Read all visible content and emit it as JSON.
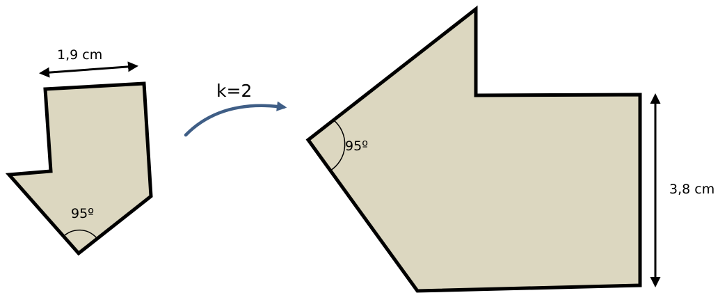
{
  "original": {
    "side_label": "1,9 cm",
    "angle_label": "95º"
  },
  "transform": {
    "label": "k=2",
    "arrow_color": "#3f5e86"
  },
  "image": {
    "side_label": "3,8 cm",
    "angle_label": "95º"
  },
  "colors": {
    "shape_fill": "#dcd7c0",
    "stroke": "#000000"
  }
}
